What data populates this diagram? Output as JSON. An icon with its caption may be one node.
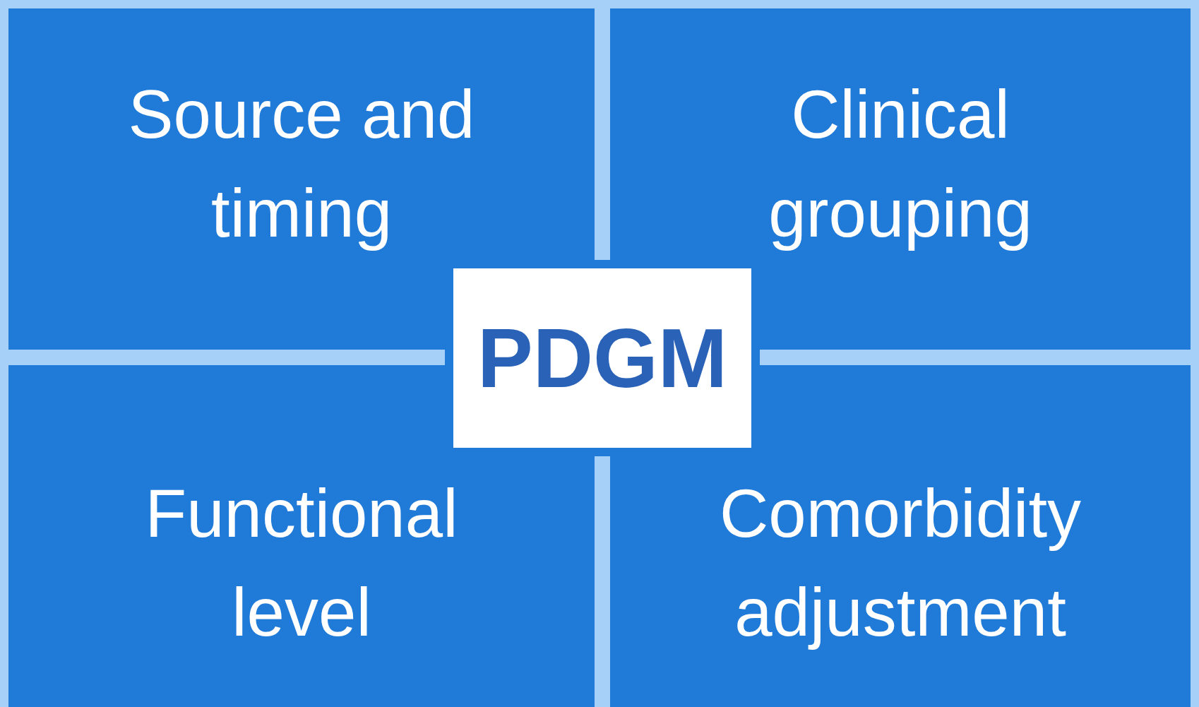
{
  "diagram": {
    "nodes": [
      {
        "text": [
          "Source and timing"
        ]
      },
      {
        "text": [
          "Clinical grouping"
        ]
      },
      {
        "text": [
          "Functional level"
        ]
      },
      {
        "text": [
          "Comorbidity adjustment"
        ]
      },
      {
        "text": [
          "PDGM"
        ]
      }
    ]
  }
}
